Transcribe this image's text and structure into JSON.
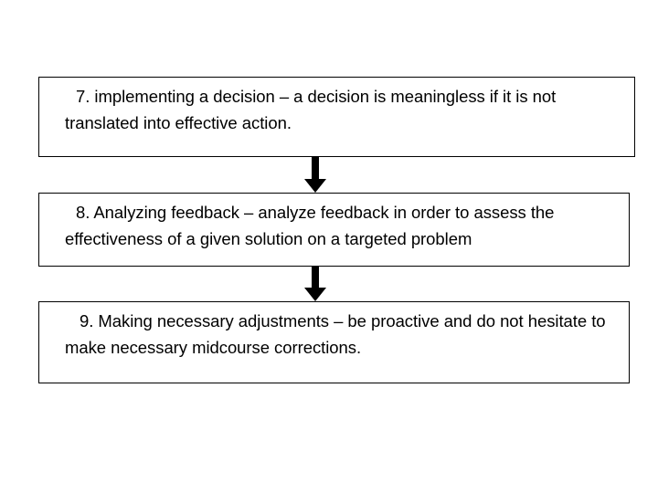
{
  "slide": {
    "background_color": "#ffffff",
    "text_color": "#000000",
    "border_color": "#000000",
    "type": "flowchart-vertical"
  },
  "flowchart": {
    "steps": [
      {
        "number": "7.",
        "title": "implementing a decision",
        "dash": "–",
        "description": "a decision is meaningless if it is not translated into effective action.",
        "text": "7.  implementing a decision – a decision is meaningless if it is not translated into effective action."
      },
      {
        "number": "8.",
        "title": "Analyzing feedback",
        "dash": "–",
        "description": "analyze feedback in order to assess the effectiveness of a given solution on a targeted problem",
        "text": "8.  Analyzing feedback – analyze feedback in order to assess the effectiveness of a given solution on a targeted problem"
      },
      {
        "number": "9.",
        "title": "Making necessary adjustments",
        "dash": "–",
        "description": "be proactive and do not hesitate to make necessary midcourse corrections.",
        "text": "9.  Making necessary adjustments – be proactive and do not hesitate to make necessary midcourse corrections."
      }
    ],
    "connectors": [
      {
        "icon": "down-arrow-icon",
        "from": "7.",
        "to": "8."
      },
      {
        "icon": "down-arrow-icon",
        "from": "8.",
        "to": "9."
      }
    ]
  }
}
